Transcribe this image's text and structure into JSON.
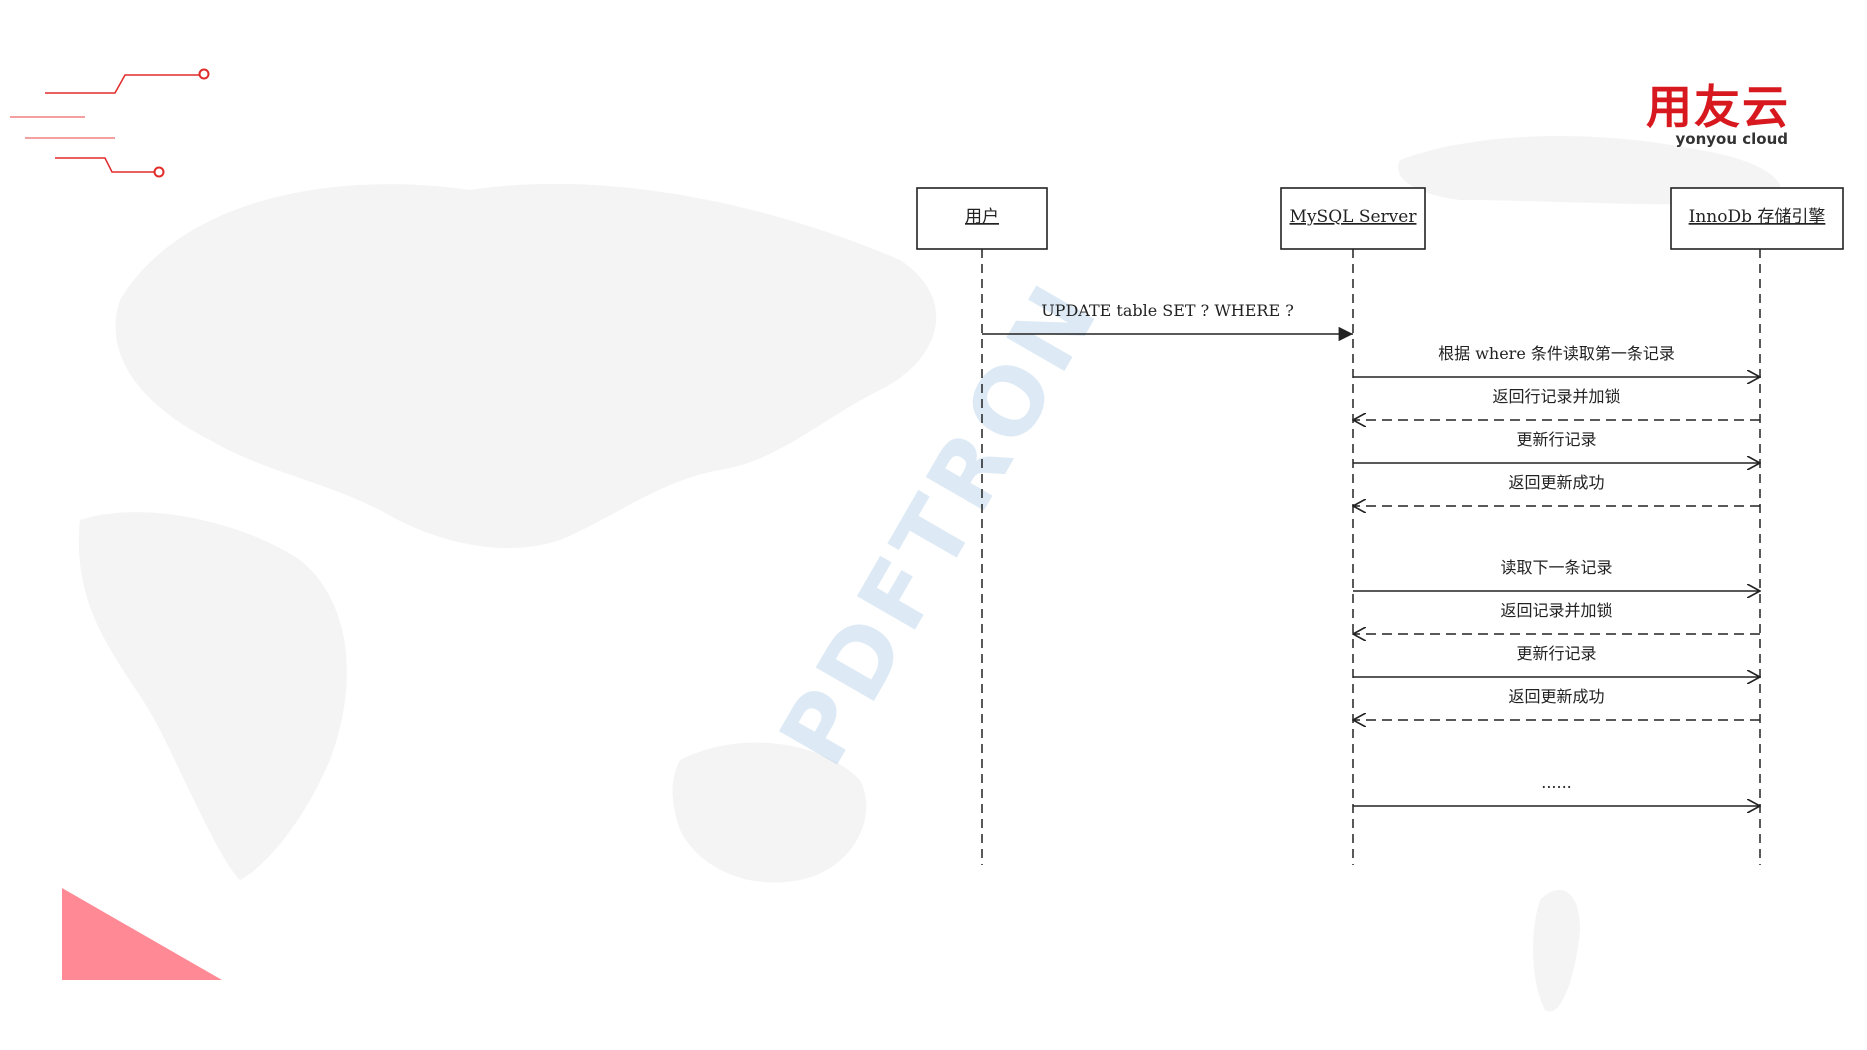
{
  "brand": {
    "name_cn": "用友云",
    "name_en": "yonyou cloud",
    "color": "#d7191f"
  },
  "watermark": {
    "text": "PDFTRON"
  },
  "diagram": {
    "participants": [
      {
        "id": "user",
        "label": "用户"
      },
      {
        "id": "mysql",
        "label": "MySQL Server"
      },
      {
        "id": "innodb",
        "label": "InnoDb 存储引擎"
      }
    ],
    "messages": [
      {
        "from": "user",
        "to": "mysql",
        "label": "UPDATE table SET ? WHERE ?",
        "style": "solid",
        "head": "filled"
      },
      {
        "from": "mysql",
        "to": "innodb",
        "label": "根据 where 条件读取第一条记录",
        "style": "solid",
        "head": "open"
      },
      {
        "from": "innodb",
        "to": "mysql",
        "label": "返回行记录并加锁",
        "style": "dashed",
        "head": "open"
      },
      {
        "from": "mysql",
        "to": "innodb",
        "label": "更新行记录",
        "style": "solid",
        "head": "open"
      },
      {
        "from": "innodb",
        "to": "mysql",
        "label": "返回更新成功",
        "style": "dashed",
        "head": "open"
      },
      {
        "from": "mysql",
        "to": "innodb",
        "label": "读取下一条记录",
        "style": "solid",
        "head": "open"
      },
      {
        "from": "innodb",
        "to": "mysql",
        "label": "返回记录并加锁",
        "style": "dashed",
        "head": "open"
      },
      {
        "from": "mysql",
        "to": "innodb",
        "label": "更新行记录",
        "style": "solid",
        "head": "open"
      },
      {
        "from": "innodb",
        "to": "mysql",
        "label": "返回更新成功",
        "style": "dashed",
        "head": "open"
      },
      {
        "from": "mysql",
        "to": "innodb",
        "label": "......",
        "style": "solid",
        "head": "open"
      }
    ]
  }
}
